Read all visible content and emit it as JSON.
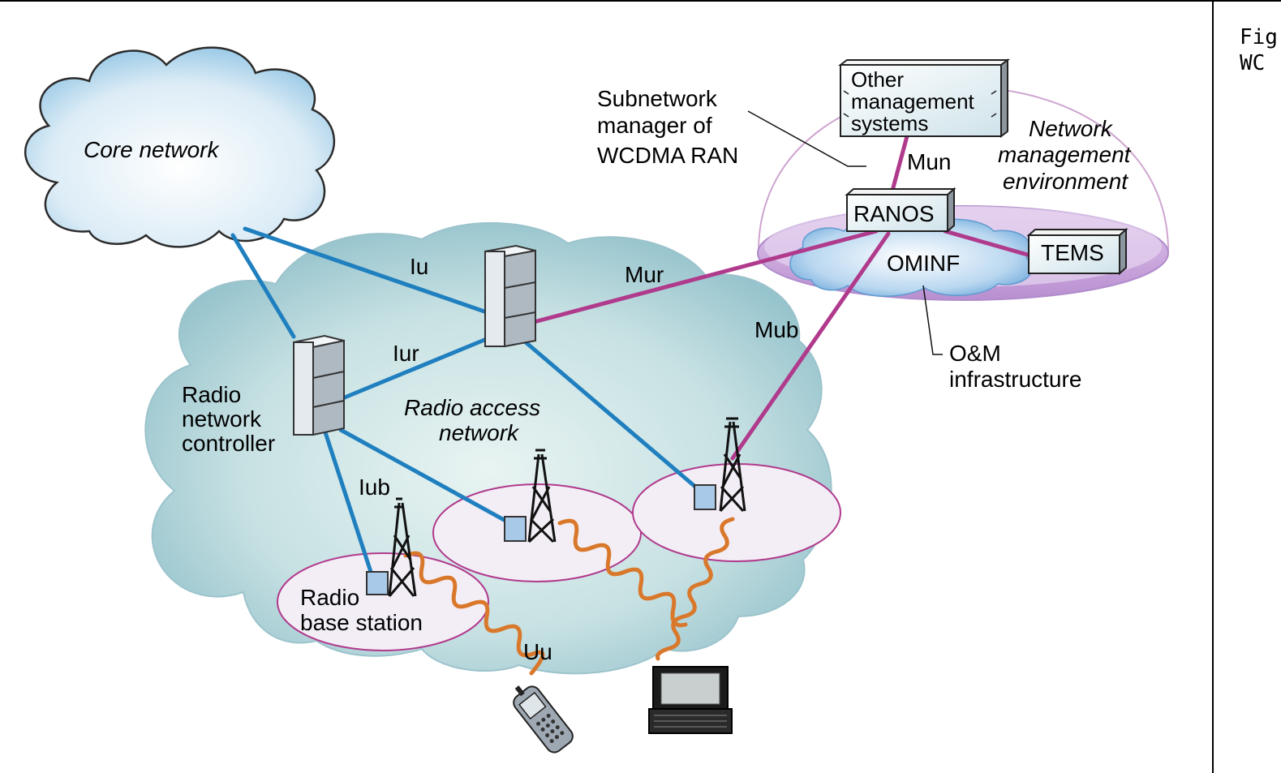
{
  "caption": {
    "line1": "Fig",
    "line2": "WC"
  },
  "labels": {
    "core_network": "Core network",
    "radio_access_network_1": "Radio access",
    "radio_access_network_2": "network",
    "rnc_1": "Radio",
    "rnc_2": "network",
    "rnc_3": "controller",
    "rbs_1": "Radio",
    "rbs_2": "base station",
    "subnetwork_1": "Subnetwork",
    "subnetwork_2": "manager of",
    "subnetwork_3": "WCDMA RAN",
    "nme_1": "Network",
    "nme_2": "management",
    "nme_3": "environment",
    "other_1": "Other",
    "other_2": "management",
    "other_3": "systems",
    "ranos": "RANOS",
    "tems": "TEMS",
    "ominf": "OMINF",
    "om_1": "O&M",
    "om_2": "infrastructure"
  },
  "interfaces": {
    "iu": "Iu",
    "iur": "Iur",
    "iub": "Iub",
    "uu": "Uu",
    "mur": "Mur",
    "mub": "Mub",
    "mun": "Mun"
  },
  "colors": {
    "ran_cloud": "#c9e2e6",
    "core_cloud": "#dcecf6",
    "transport_link": "#1f7fbf",
    "management_link": "#b03a8c",
    "radio_link": "#d9782b",
    "cell": "#f3eef6",
    "cell_border": "#b03a8c"
  }
}
